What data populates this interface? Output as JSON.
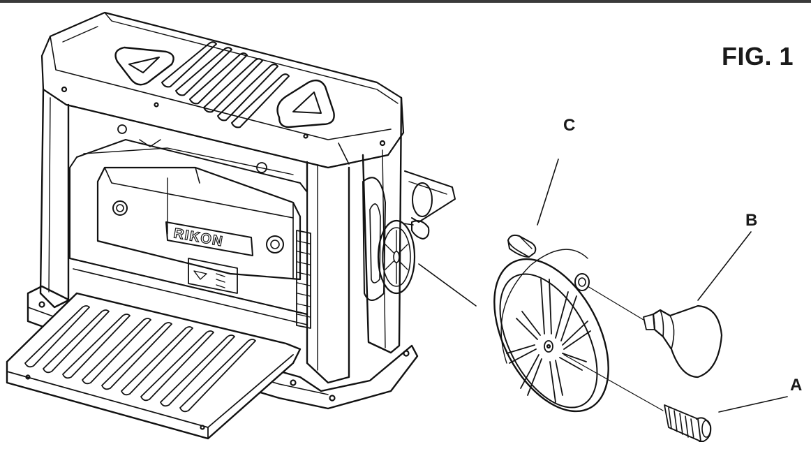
{
  "figure": {
    "title": "FIG. 1",
    "brand_plate": "RIKON",
    "callouts": {
      "a": "A",
      "b": "B",
      "c": "C"
    }
  }
}
